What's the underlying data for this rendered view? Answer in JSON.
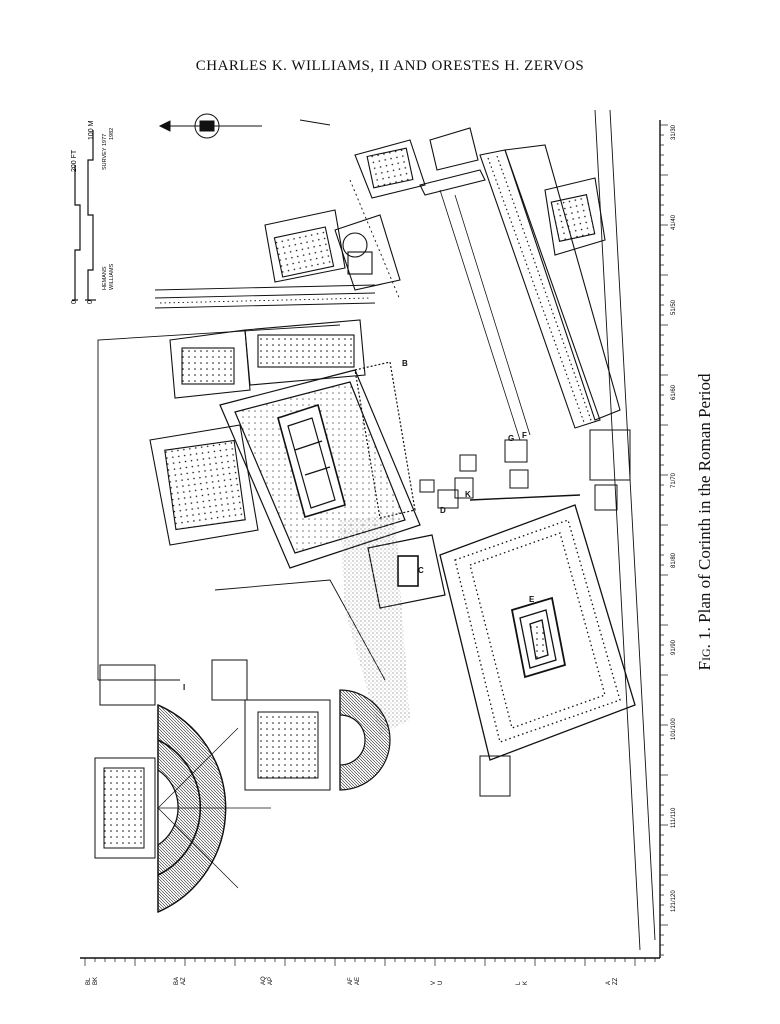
{
  "header": {
    "authors": "CHARLES K. WILLIAMS, II AND ORESTES H. ZERVOS"
  },
  "caption": {
    "fig": "Fig. 1.",
    "text": "Plan of Corinth in the Roman Period"
  },
  "scale": {
    "ft_label": "200 FT",
    "m_label": "100 M",
    "zero": "0",
    "survey": "SURVEY 1977",
    "survey_year": "1982",
    "names": [
      "HEMANS",
      "WILLIAMS"
    ]
  },
  "grid_bottom_labels": [
    {
      "top": "BL",
      "bottom": "BK"
    },
    {
      "top": "BA",
      "bottom": "AZ"
    },
    {
      "top": "AQ",
      "bottom": "AP"
    },
    {
      "top": "AF",
      "bottom": "AE"
    },
    {
      "top": "V",
      "bottom": "U"
    },
    {
      "top": "L",
      "bottom": "K"
    },
    {
      "top": "A",
      "bottom": "ZZ"
    }
  ],
  "grid_right_labels": [
    "31/30",
    "41/40",
    "51/50",
    "61/60",
    "71/70",
    "81/80",
    "91/90",
    "101/100",
    "111/110",
    "121/120"
  ],
  "map_labels": [
    "B",
    "C",
    "D",
    "E",
    "F",
    "G",
    "K",
    "I"
  ],
  "colors": {
    "ink": "#111111",
    "paper": "#ffffff",
    "stipple": "#9a9a9a"
  }
}
